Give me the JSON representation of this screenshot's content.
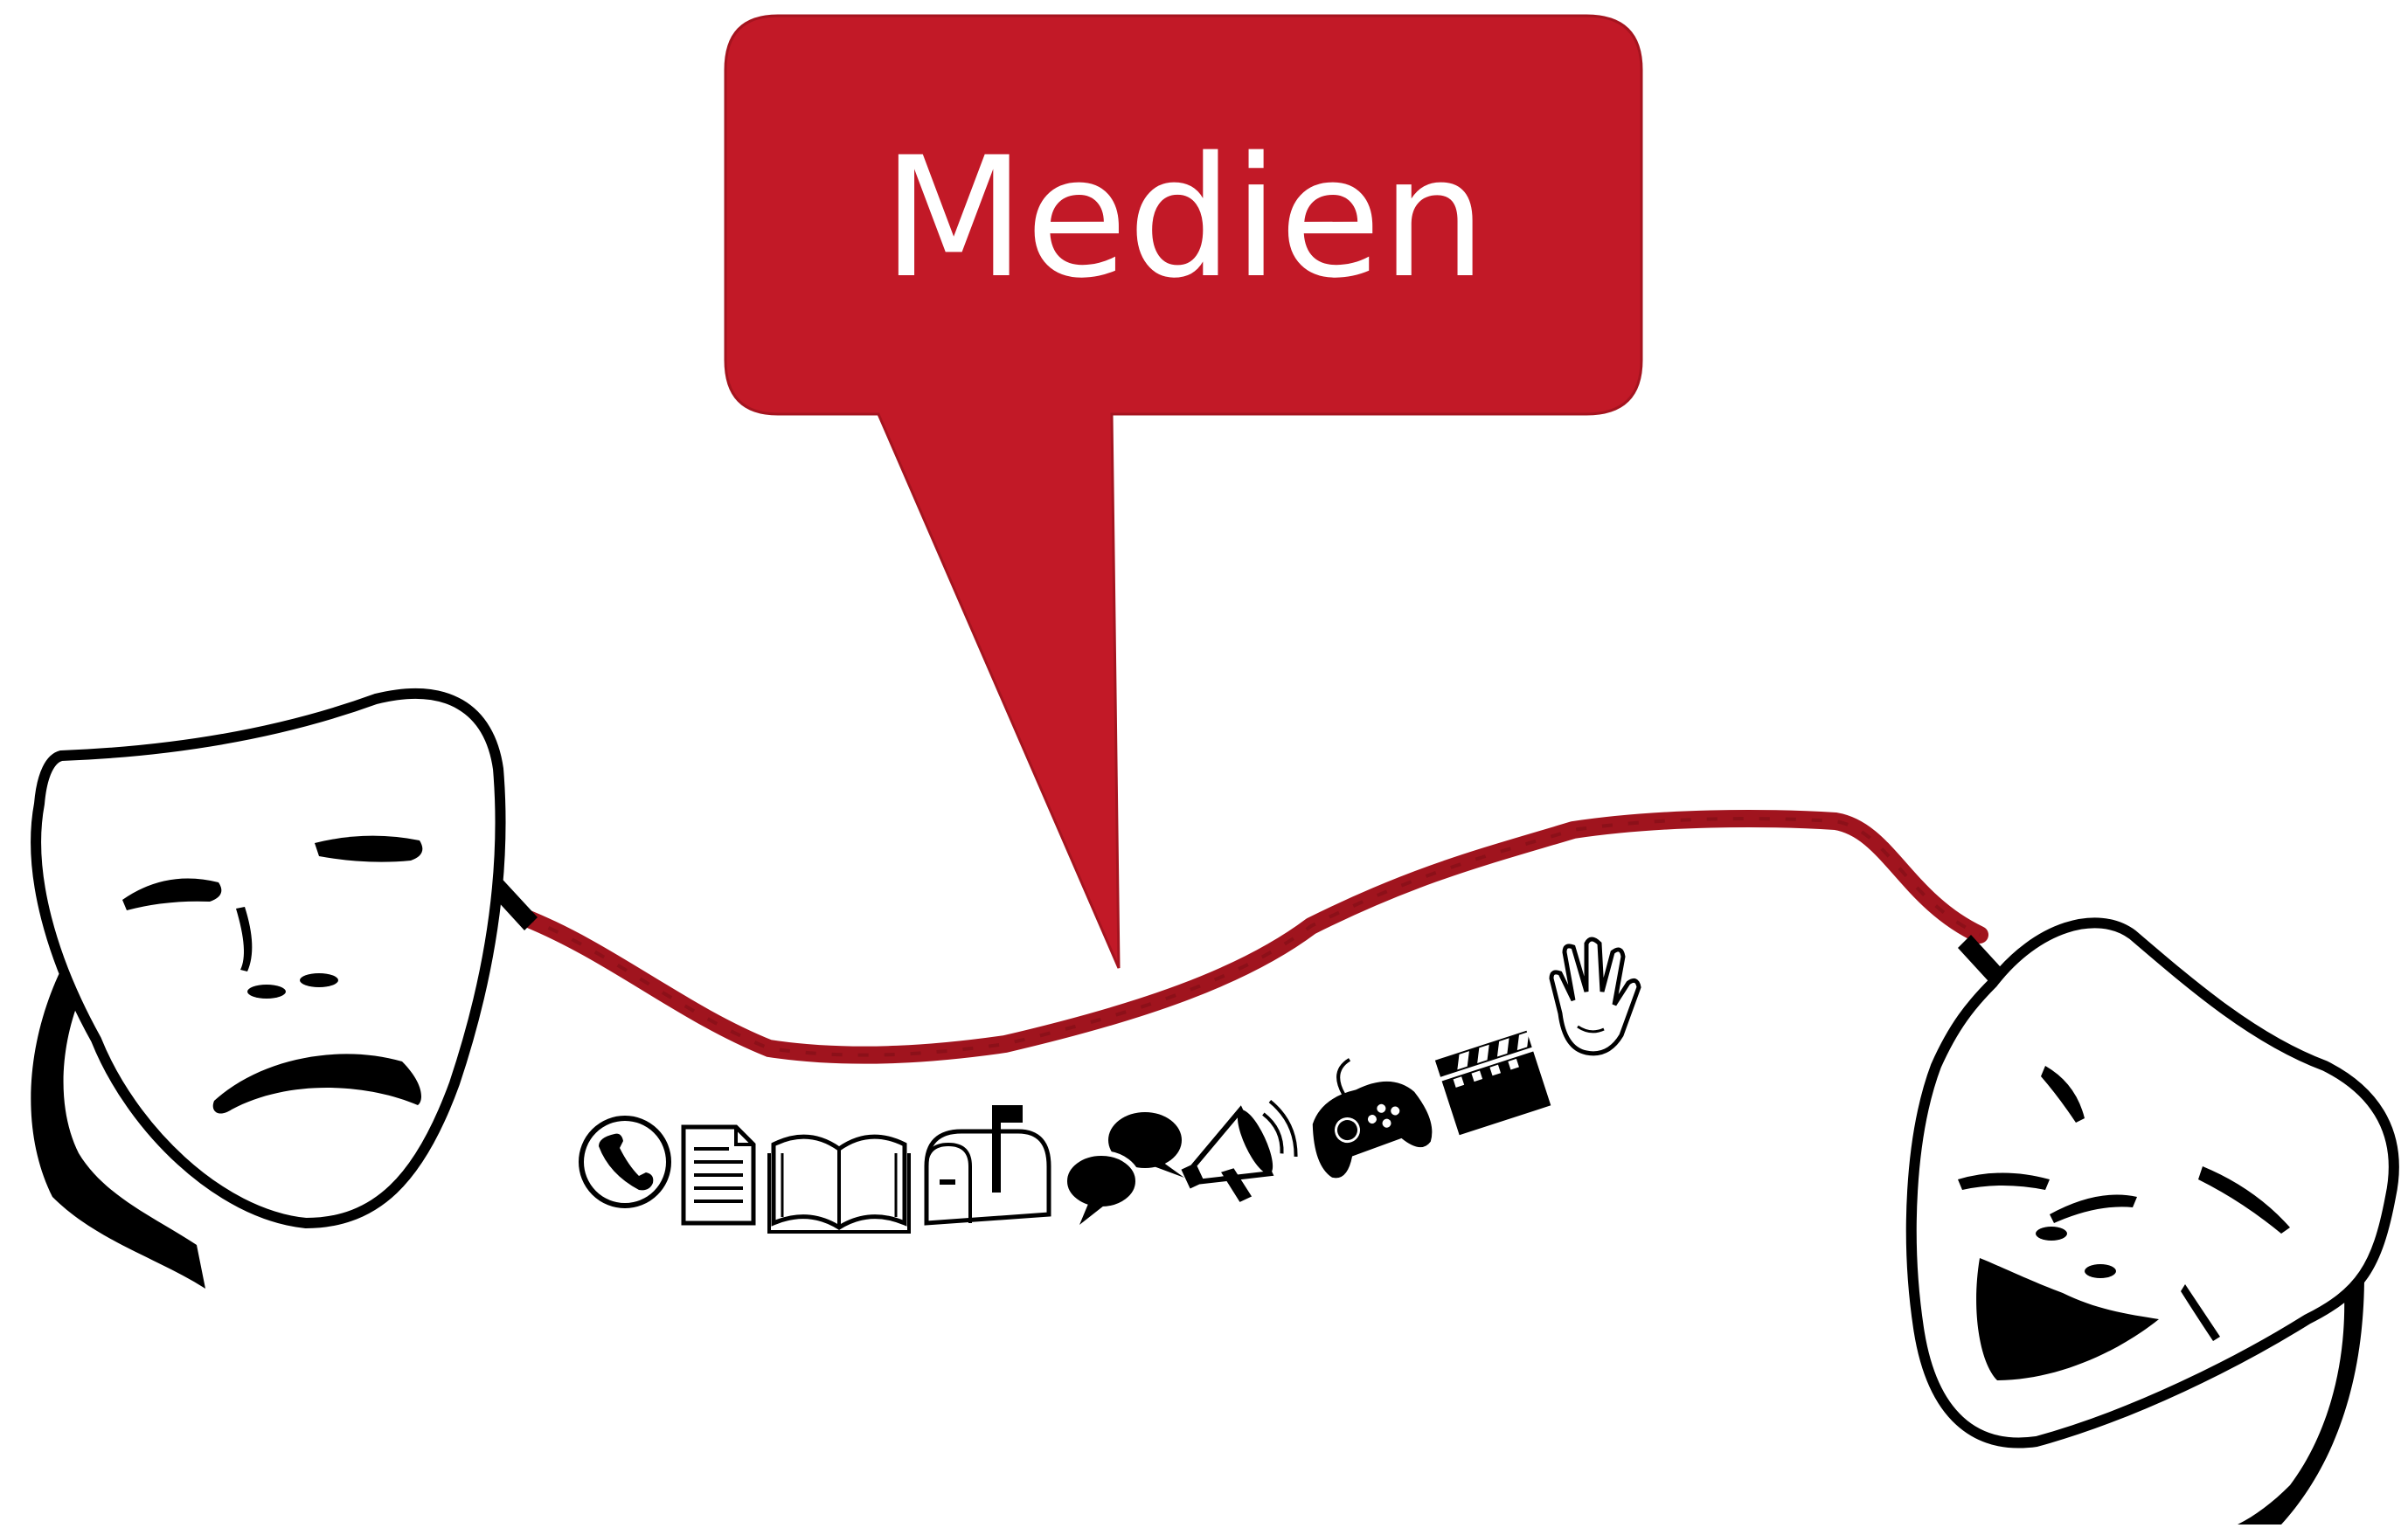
{
  "speech_bubble": {
    "text": "Medien",
    "fill_color": "#C21927"
  },
  "connecting_cord": {
    "color": "#A0141E"
  },
  "masks": [
    {
      "name": "tragedy-mask",
      "expression": "sad"
    },
    {
      "name": "comedy-mask",
      "expression": "happy"
    }
  ],
  "media_icons": [
    "telephone-icon",
    "document-icon",
    "open-book-icon",
    "mailbox-icon",
    "speech-bubbles-icon",
    "megaphone-icon",
    "game-controller-icon",
    "film-clapper-icon",
    "waving-hand-icon"
  ]
}
